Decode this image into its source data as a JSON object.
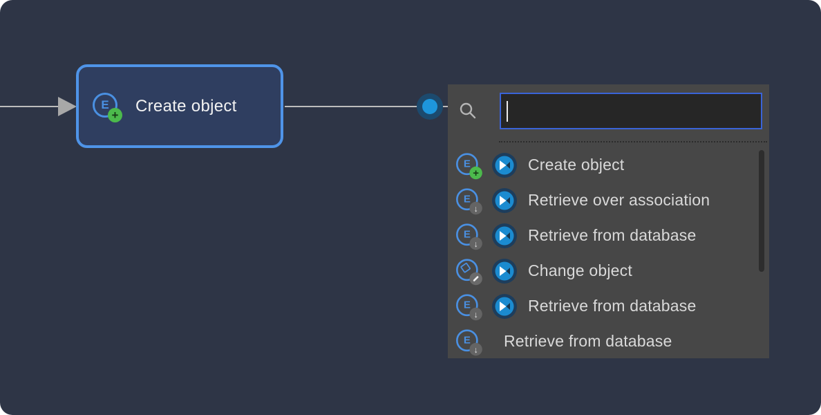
{
  "canvas": {
    "node": {
      "label": "Create object",
      "icon": "entity-create-icon"
    },
    "connection_dot_color": "#1e96dc"
  },
  "popup": {
    "search": {
      "value": "",
      "placeholder": ""
    },
    "items": [
      {
        "label": "Create object",
        "icon": "entity-create-icon",
        "suggested": true
      },
      {
        "label": "Retrieve over association",
        "icon": "entity-retrieve-icon",
        "suggested": true
      },
      {
        "label": "Retrieve from database",
        "icon": "entity-retrieve-icon",
        "suggested": true
      },
      {
        "label": "Change object",
        "icon": "change-object-icon",
        "suggested": true
      },
      {
        "label": "Retrieve from database",
        "icon": "entity-retrieve-icon",
        "suggested": true
      },
      {
        "label": "Retrieve from database",
        "icon": "entity-retrieve-icon",
        "suggested": false
      }
    ]
  },
  "icons": {
    "entity_letter": "E",
    "plus_glyph": "+",
    "down_arrow_glyph": "↓"
  },
  "colors": {
    "canvas_bg": "#2e3546",
    "node_fill": "#2f3e60",
    "node_border": "#4f94e8",
    "popup_bg": "#474747",
    "input_bg": "#262626",
    "input_border": "#3a64d8",
    "entity_blue": "#4a90e2",
    "badge_green": "#4cba4c",
    "badge_gray": "#646464",
    "suggested_blue": "#1b8bd0",
    "dot_blue": "#1e96dc",
    "edge_gray": "#bdbdbd",
    "list_text": "#d9d9d9"
  }
}
